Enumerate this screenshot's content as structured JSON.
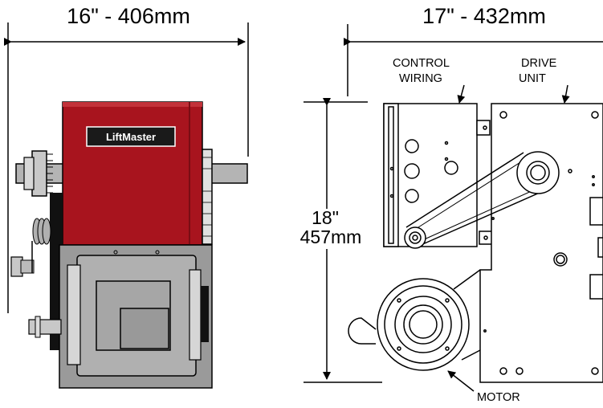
{
  "dimensions": {
    "left_width": "16\" - 406mm",
    "right_width": "17\" - 432mm",
    "height_in": "18\"",
    "height_mm": "457mm"
  },
  "labels": {
    "control_line1": "CONTROL",
    "control_line2": "WIRING",
    "drive_line1": "DRIVE",
    "drive_line2": "UNIT",
    "motor": "MOTOR"
  },
  "brand": "LiftMaster",
  "colors": {
    "housing": "#a8141e",
    "motor": "#a6a6a6",
    "ink": "#000000"
  }
}
